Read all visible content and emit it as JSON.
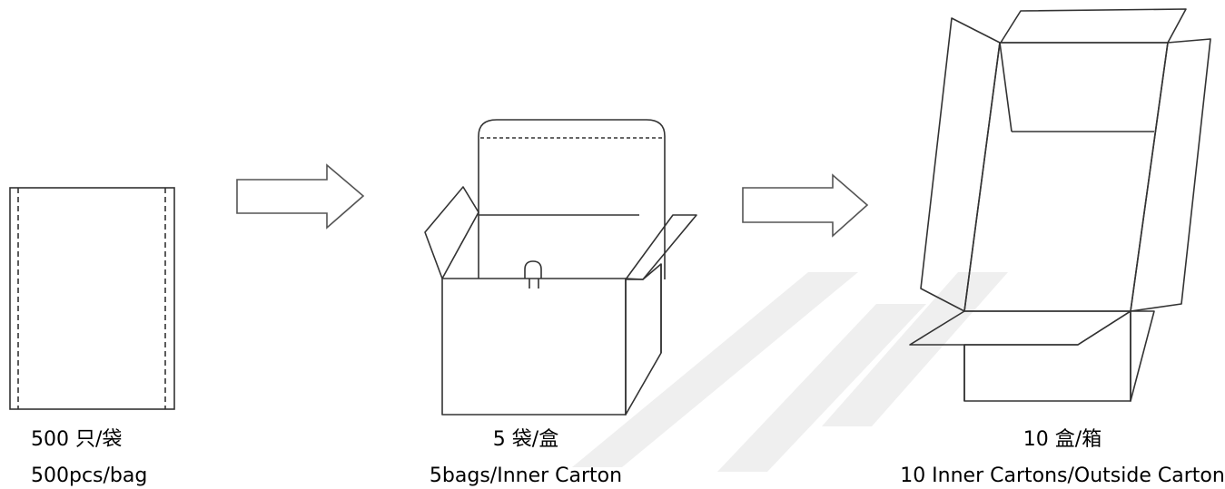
{
  "steps": [
    {
      "label_cn": "500 只/袋",
      "label_en": "500pcs/bag",
      "icon": "bag-icon"
    },
    {
      "label_cn": "5 袋/盒",
      "label_en": "5bags/Inner Carton",
      "icon": "inner-carton-icon"
    },
    {
      "label_cn": "10 盒/箱",
      "label_en": "10 Inner Cartons/Outside Carton",
      "icon": "outside-carton-icon"
    }
  ],
  "arrows": [
    {
      "icon": "right-arrow-icon"
    },
    {
      "icon": "right-arrow-icon"
    }
  ],
  "colors": {
    "line": "#333333",
    "arrow": "#555555",
    "watermark": "#eeeeee",
    "background": "#ffffff"
  }
}
